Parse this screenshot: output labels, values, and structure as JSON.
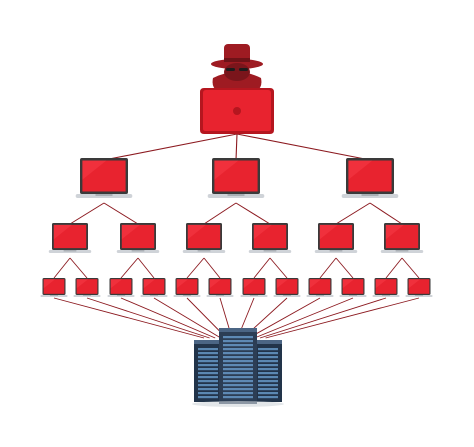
{
  "diagram": {
    "nodes": {
      "attacker": {
        "icon": "hacker-spy-icon"
      },
      "controller": {
        "icon": "laptop-icon"
      },
      "tier1": {
        "count": 3,
        "icon": "laptop-icon"
      },
      "tier2": {
        "count": 6,
        "icon": "laptop-icon"
      },
      "tier3": {
        "count": 12,
        "icon": "laptop-icon"
      },
      "target": {
        "icon": "server-rack-icon"
      }
    },
    "colors": {
      "screen": "#e8232f",
      "screen_dark": "#b5161f",
      "hacker": "#9e1b22",
      "line": "#8c1a20",
      "laptop_base": "#cfd3d8",
      "server_body": "#2c3e55",
      "server_light": "#6fa4d6"
    }
  }
}
